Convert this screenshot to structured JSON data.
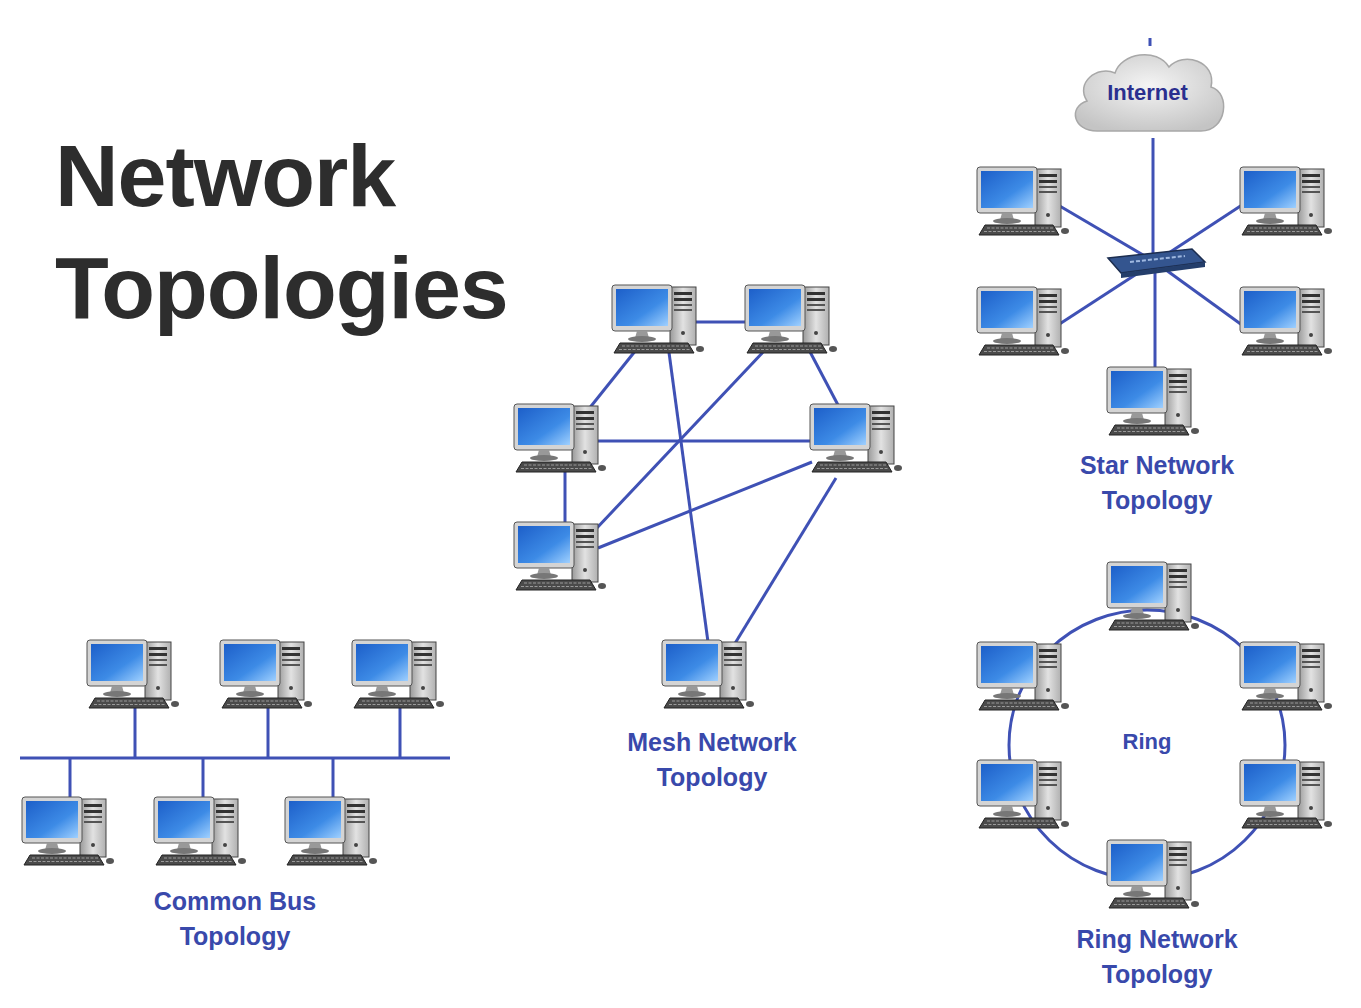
{
  "diagram": {
    "title": "Network Topologies",
    "nodes": [
      {
        "text": [
          "Internet"
        ]
      }
    ],
    "labels": [
      "Star Network Topology",
      "Mesh Network Topology",
      "Ring",
      "Ring Network Topology",
      "Common Bus Topology"
    ]
  }
}
